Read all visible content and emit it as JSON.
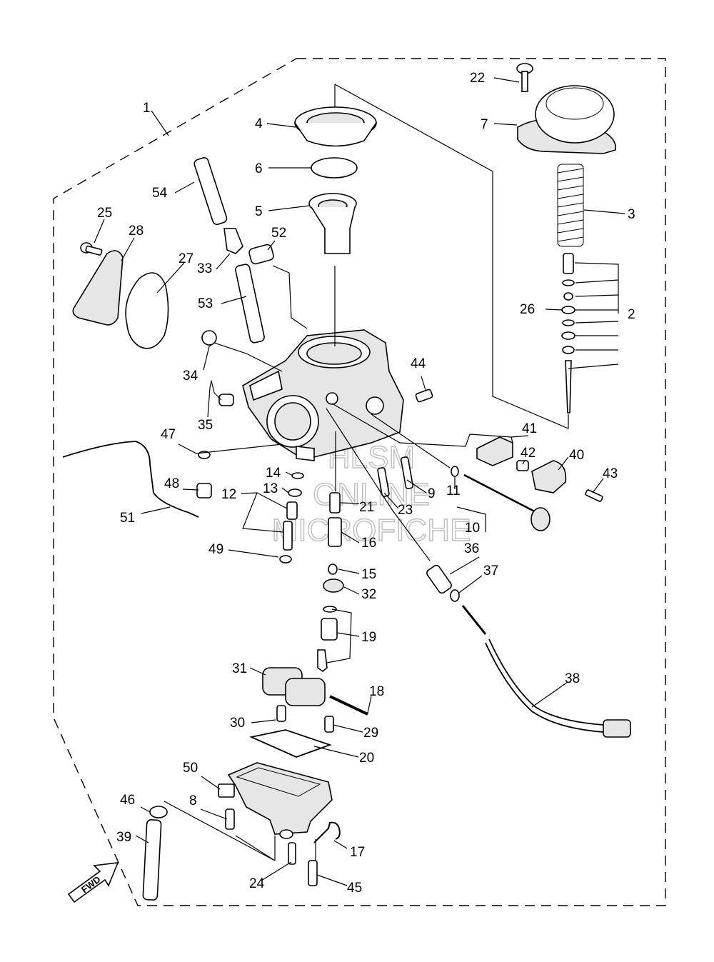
{
  "callouts": [
    "1",
    "2",
    "3",
    "4",
    "5",
    "6",
    "7",
    "8",
    "9",
    "10",
    "11",
    "12",
    "13",
    "14",
    "15",
    "16",
    "17",
    "18",
    "19",
    "20",
    "21",
    "22",
    "23",
    "24",
    "25",
    "26",
    "27",
    "28",
    "29",
    "30",
    "31",
    "32",
    "33",
    "34",
    "35",
    "36",
    "37",
    "38",
    "39",
    "40",
    "41",
    "42",
    "43",
    "44",
    "45",
    "46",
    "47",
    "48",
    "49",
    "50",
    "51",
    "52",
    "53",
    "54"
  ],
  "direction_badge": "FWD",
  "watermark": [
    "HLSM",
    "ONLINE",
    "MICROFICHE"
  ]
}
